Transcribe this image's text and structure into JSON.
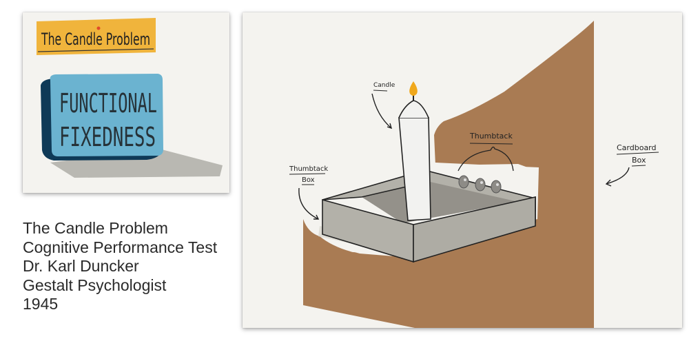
{
  "left_card": {
    "title_banner": "The Candle Problem",
    "sign_line1": "FUNCTIONAL",
    "sign_line2": "FIXEDNESS",
    "colors": {
      "banner": "#f0b43c",
      "sign_face": "#6bb3d0",
      "sign_side": "#0f3a57",
      "shadow": "#b9b8b2"
    }
  },
  "caption": {
    "lines": [
      "The Candle Problem",
      "Cognitive Performance Test",
      "Dr. Karl Duncker",
      "Gestalt Psychologist",
      "1945"
    ]
  },
  "illustration": {
    "labels": {
      "candle": "Candle",
      "thumbtack": "Thumbtack",
      "thumbtack_box_1": "Thumbtack",
      "thumbtack_box_2": "Box",
      "cardboard_box_1": "Cardboard",
      "cardboard_box_2": "Box"
    },
    "colors": {
      "cardboard": "#a97b53",
      "box": "#b3b1a9",
      "box_inner": "#94918a",
      "candle": "#f2f2f0",
      "flame": "#f0a81c",
      "background": "#f4f3ef"
    }
  }
}
